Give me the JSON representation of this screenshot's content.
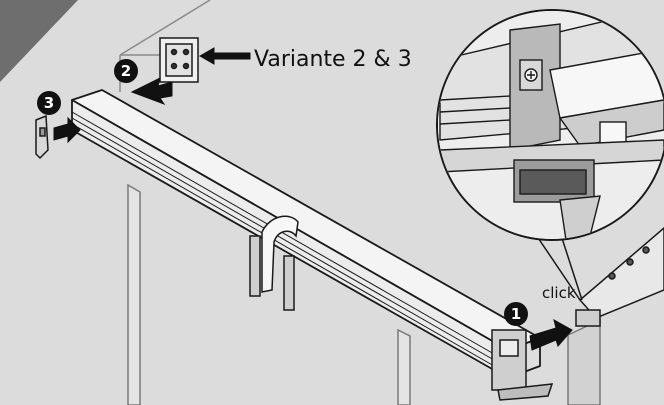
{
  "labels": {
    "variant": "Variante 2 & 3",
    "click": "click"
  },
  "steps": [
    "1",
    "2",
    "3"
  ],
  "colors": {
    "background": "#dcdcdc",
    "corner": "#6e6e6e",
    "rail": "#f2f2f2",
    "outline": "#1a1a1a",
    "badge": "#111111"
  }
}
